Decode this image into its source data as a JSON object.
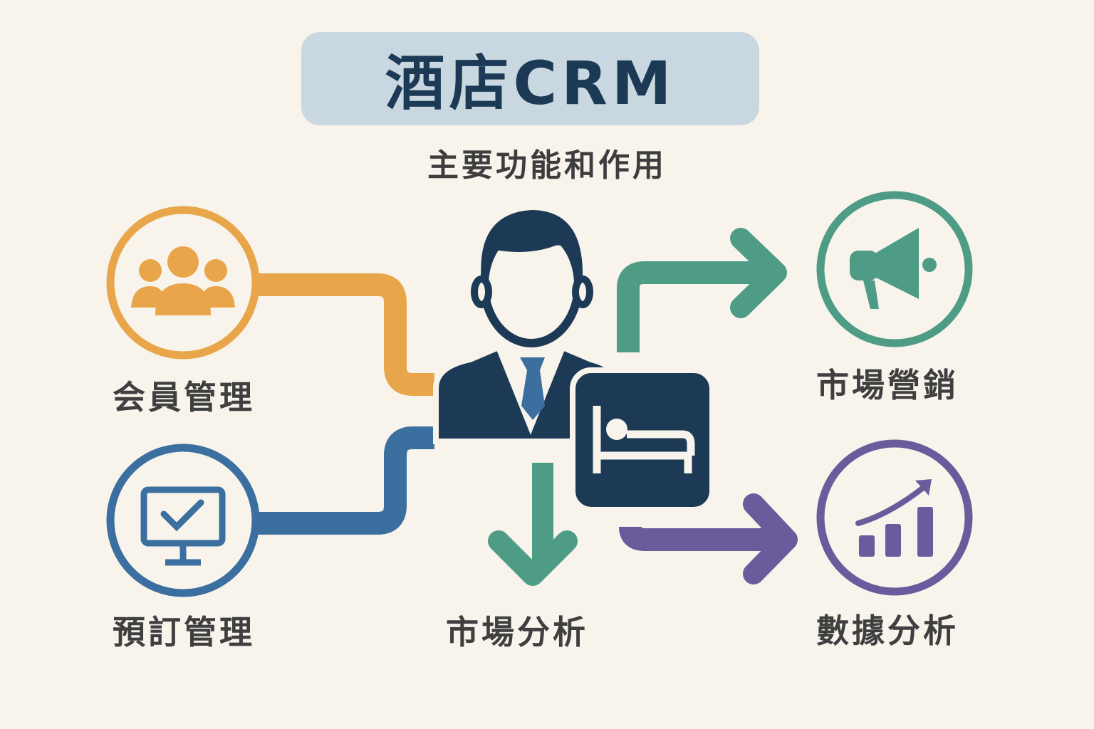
{
  "title": "酒店CRM",
  "subtitle": "主要功能和作用",
  "nodes": [
    {
      "label": "会員管理",
      "icon": "users-icon",
      "color": "#e8a54a"
    },
    {
      "label": "預訂管理",
      "icon": "monitor-check-icon",
      "color": "#3b6fa0"
    },
    {
      "label": "市場分析",
      "icon": "arrow-down-icon",
      "color": "#4e9c86"
    },
    {
      "label": "市場營銷",
      "icon": "megaphone-icon",
      "color": "#4e9c86"
    },
    {
      "label": "數據分析",
      "icon": "bar-chart-icon",
      "color": "#6c5b9c"
    }
  ],
  "center": {
    "icon": "businessman-icon",
    "badge": "bed-icon",
    "color": "#1c3a56"
  }
}
